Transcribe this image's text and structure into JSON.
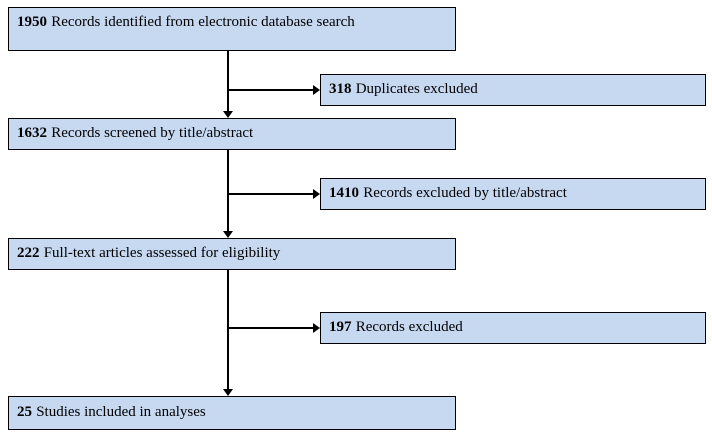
{
  "diagram": {
    "type": "flowchart",
    "description": "Study selection flow (PRISMA-style)",
    "colors": {
      "box_fill": "#c6d9f1",
      "box_border": "#000000",
      "arrow": "#000000",
      "text": "#000000"
    },
    "main_flow": [
      {
        "count": "1950",
        "label": "Records identified from electronic database search"
      },
      {
        "count": "1632",
        "label": "Records screened by title/abstract"
      },
      {
        "count": "222",
        "label": "Full-text articles assessed for eligibility"
      },
      {
        "count": "25",
        "label": "Studies included in analyses"
      }
    ],
    "exclusions": [
      {
        "count": "318",
        "label": "Duplicates excluded"
      },
      {
        "count": "1410",
        "label": "Records excluded by title/abstract"
      },
      {
        "count": "197",
        "label": "Records excluded"
      }
    ]
  }
}
